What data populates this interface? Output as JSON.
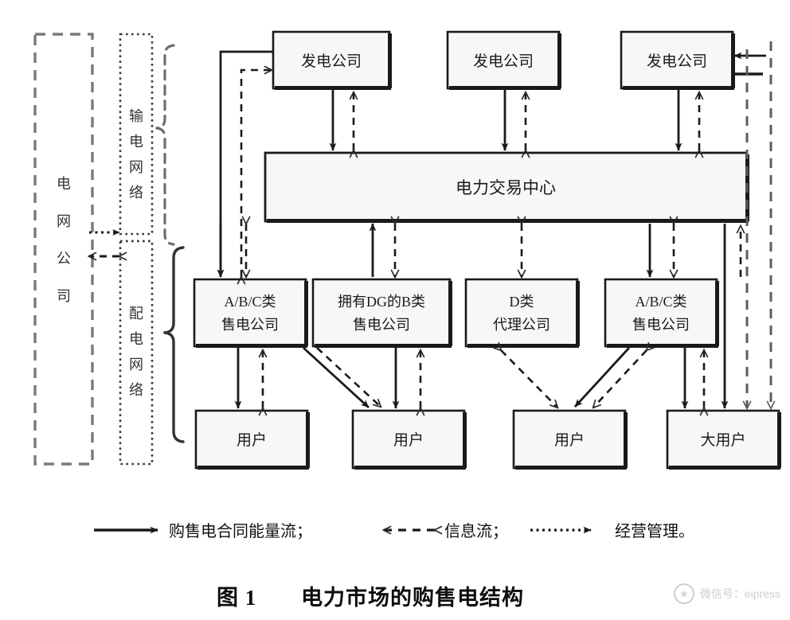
{
  "figure": {
    "caption_number": "图 1",
    "caption_title": "电力市场的购售电结构"
  },
  "left_panels": {
    "grid_company": "电网公司",
    "transmission_network": "输电网络",
    "distribution_network": "配电网络"
  },
  "nodes": {
    "gen1": "发电公司",
    "gen2": "发电公司",
    "gen3": "发电公司",
    "trading_center": "电力交易中心",
    "retail1_line1": "A/B/C类",
    "retail1_line2": "售电公司",
    "retail2_line1": "拥有DG的B类",
    "retail2_line2": "售电公司",
    "retail3_line1": "D类",
    "retail3_line2": "代理公司",
    "retail4_line1": "A/B/C类",
    "retail4_line2": "售电公司",
    "user1": "用户",
    "user2": "用户",
    "user3": "用户",
    "user4": "大用户"
  },
  "legend": {
    "item1_label": "购售电合同能量流；",
    "item2_label": "信息流；",
    "item3_label": "经营管理。",
    "item1_style": "solid-arrow",
    "item2_style": "dashed-double-arrow",
    "item3_style": "dotted-arrow"
  },
  "watermark": {
    "logo": "wechat-icon",
    "text": "微信号：eipress"
  },
  "colors": {
    "stroke": "#1a1a1a",
    "dashed_gray": "#7a7a7a",
    "box_fill": "#f7f7f5",
    "background": "#ffffff"
  }
}
